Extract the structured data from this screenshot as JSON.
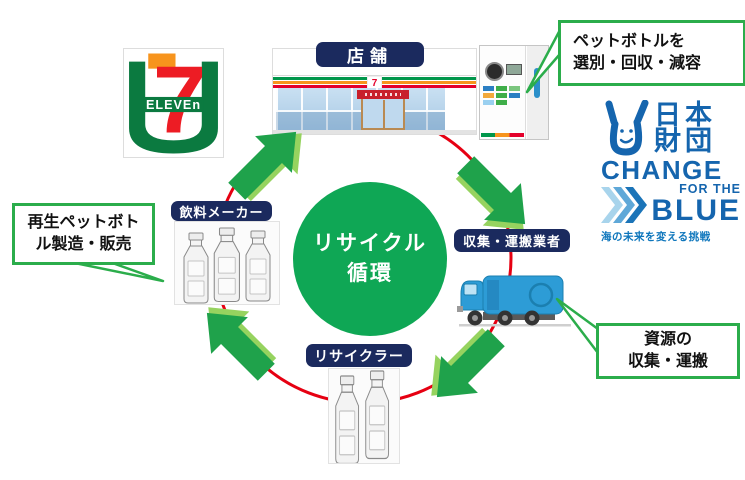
{
  "center_circle": {
    "line1": "リサイクル",
    "line2": "循環",
    "color": "#0FA755"
  },
  "cycle": {
    "ring_color": "#E60012",
    "arrow_color": "#1FA24B",
    "arrow_highlight": "#96D35F"
  },
  "node_labels": {
    "store": "店舗",
    "collector": "収集・運搬業者",
    "recycler": "リサイクラー",
    "beverage_maker": "飲料メーカー"
  },
  "callouts": {
    "pet_process": {
      "line1": "ペットボトルを",
      "line2": "選別・回収・減容"
    },
    "resource_transport": {
      "line1": "資源の",
      "line2": "収集・運搬"
    },
    "remanufacture": {
      "line1": "再生ペットボト",
      "line2": "ル製造・販売"
    }
  },
  "seven_eleven_logo": {
    "seven": "7",
    "eleven": "ELEVEn"
  },
  "nippon_foundation": {
    "org_line1": "日本",
    "org_line2": "財団",
    "campaign_line1": "CHANGE",
    "campaign_line2": "FOR THE",
    "campaign_line3": "BLUE",
    "tagline": "海の未来を変える挑戦",
    "blue": "#1565AE"
  },
  "colors": {
    "label_bg": "#1B2A5E",
    "callout_border": "#2BAD4B",
    "truck_blue": "#2D9CD6"
  }
}
